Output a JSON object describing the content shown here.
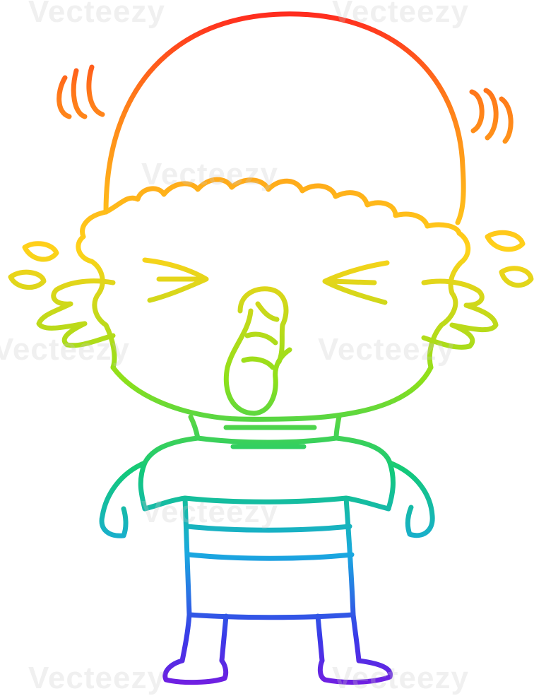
{
  "watermark": {
    "text": "Vecteezy",
    "color": "#c8c8c8"
  },
  "illustration": {
    "subject": "cartoon crying bald man with tongue out, striped shirt",
    "style": "rainbow gradient line art",
    "gradient_colors": [
      "#ff1f1f",
      "#ff7a1a",
      "#ffd21a",
      "#8ce01a",
      "#12c97a",
      "#1aa8e0",
      "#3a3ae8",
      "#7a1ae0"
    ]
  }
}
